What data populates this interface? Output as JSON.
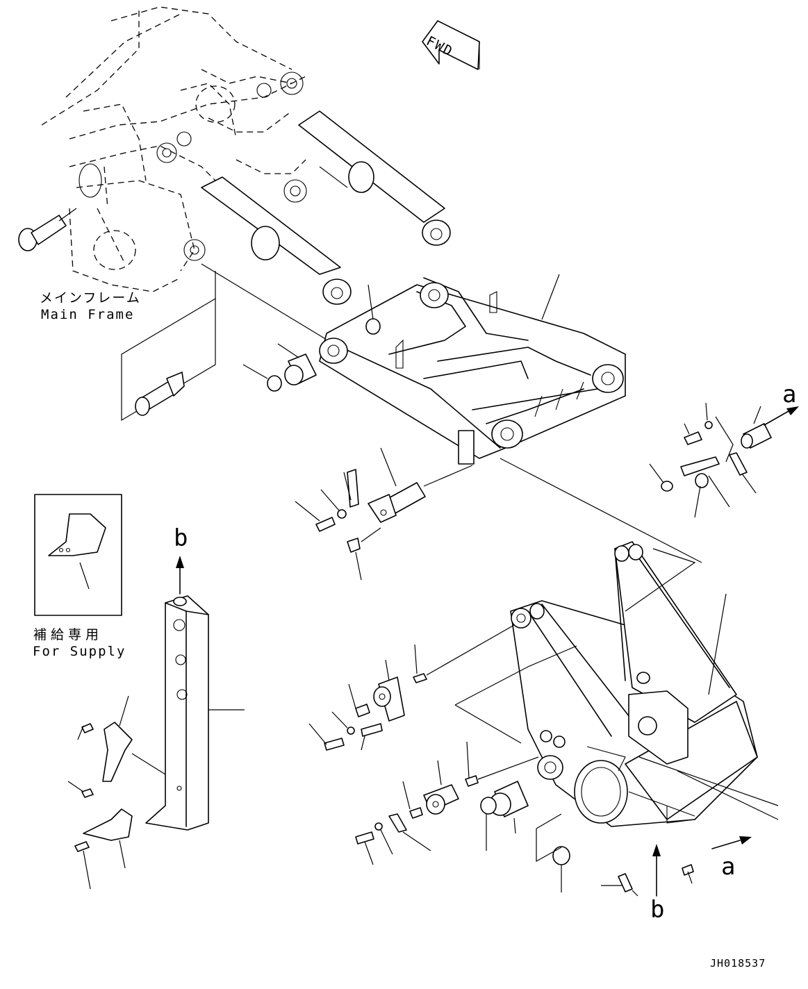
{
  "main_frame": {
    "label_ja": "メインフレーム",
    "label_en": "Main Frame"
  },
  "supply_box": {
    "label_ja": "補給専用",
    "label_en": "For Supply"
  },
  "direction": {
    "fwd": "FWD"
  },
  "callouts": {
    "a_top": "a",
    "a_bottom": "a",
    "b_top": "b",
    "b_bottom": "b"
  },
  "drawing_code": "JH018537"
}
